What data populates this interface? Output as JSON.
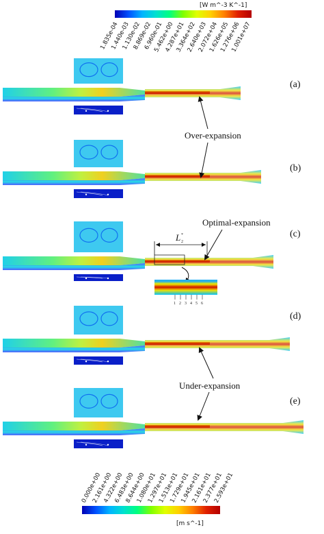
{
  "top_colorbar": {
    "unit": "[W m^-3 K^-1]",
    "ticks": [
      "1.835e-04",
      "1.440e-03",
      "1.130e-02",
      "8.869e-02",
      "6.960e-01",
      "5.462e+00",
      "4.287e+01",
      "3.364e+02",
      "2.640e+03",
      "2.072e+04",
      "1.626e+05",
      "1.276e+06",
      "1.001e+07"
    ]
  },
  "bottom_colorbar": {
    "unit": "[m s^-1]",
    "ticks": [
      "0.000e+00",
      "2.161e+00",
      "4.322e+00",
      "6.483e+00",
      "8.644e+00",
      "1.080e+01",
      "1.297e+01",
      "1.513e+01",
      "1.729e+01",
      "1.945e+01",
      "2.161e+01",
      "2.377e+01",
      "2.593e+01"
    ]
  },
  "panels": [
    {
      "label": "(a)"
    },
    {
      "label": "(b)"
    },
    {
      "label": "(c)"
    },
    {
      "label": "(d)"
    },
    {
      "label": "(e)"
    }
  ],
  "annotations": {
    "over": "Over-expansion",
    "optimal": "Optimal-expansion",
    "under": "Under-expansion",
    "length_symbol": "L",
    "length_sub": "2",
    "length_sup": "*",
    "inset_ticks": [
      "1",
      "2",
      "3",
      "4",
      "5",
      "6"
    ]
  },
  "colors": {
    "scale": [
      "#0000b4",
      "#0050ff",
      "#00b4ff",
      "#00e0d0",
      "#00ff80",
      "#80ff00",
      "#e0ff00",
      "#ffd000",
      "#ff8000",
      "#e02000",
      "#b40000"
    ],
    "chamber_top": "#3ec9f0",
    "chamber_bottom": "#0a1fc8",
    "arrow": "#111111"
  }
}
